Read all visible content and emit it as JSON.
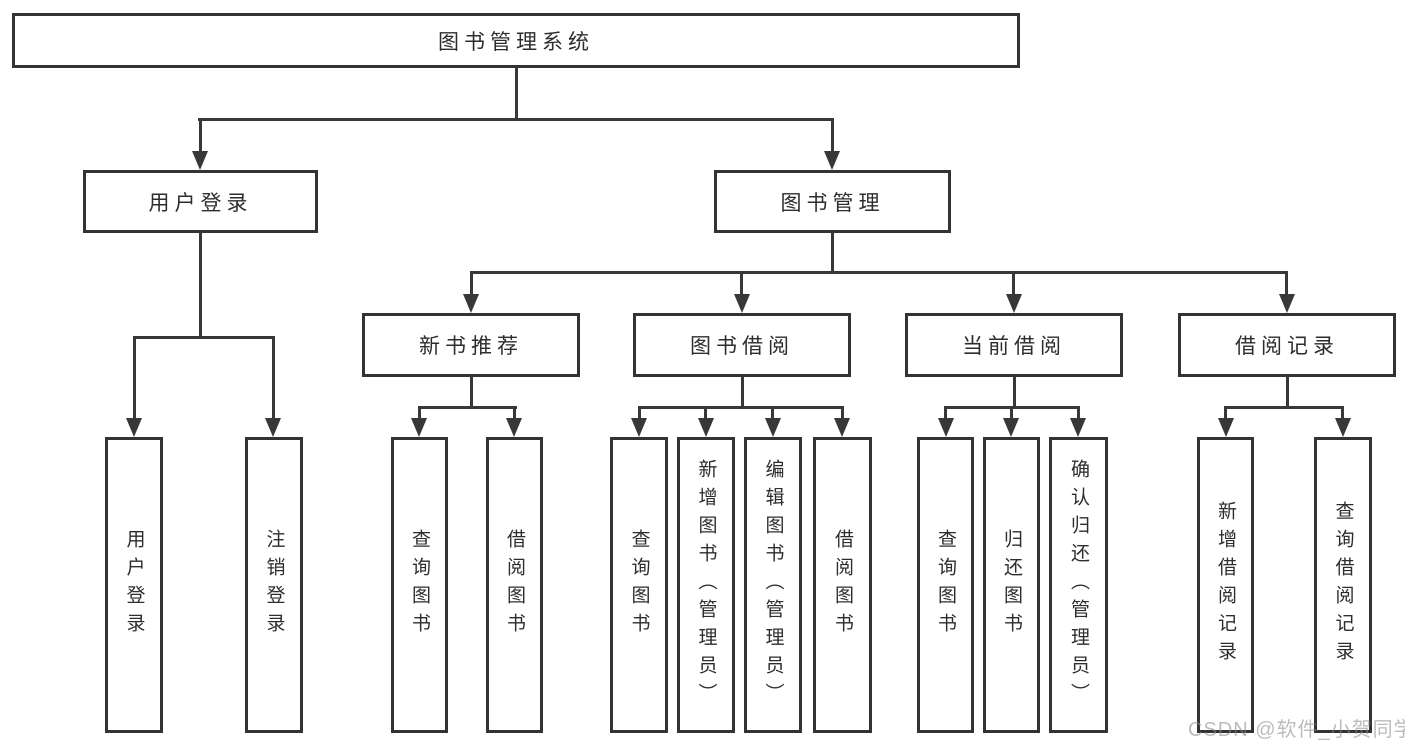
{
  "colors": {
    "line": "#383838",
    "border": "#333333",
    "text": "#2d2d2d",
    "background": "#ffffff",
    "watermark": "rgba(140,140,140,0.58)"
  },
  "watermark": {
    "text": "CSDN @软件_小贺同学"
  },
  "diagram": {
    "type": "tree",
    "root": {
      "label": "图书管理系统",
      "children": [
        {
          "label": "用户登录",
          "children": [
            {
              "label": "用户登录"
            },
            {
              "label": "注销登录"
            }
          ]
        },
        {
          "label": "图书管理",
          "children": [
            {
              "label": "新书推荐",
              "children": [
                {
                  "label": "查询图书"
                },
                {
                  "label": "借阅图书"
                }
              ]
            },
            {
              "label": "图书借阅",
              "children": [
                {
                  "label": "查询图书"
                },
                {
                  "label": "新增图书（管理员）"
                },
                {
                  "label": "编辑图书（管理员）"
                },
                {
                  "label": "借阅图书"
                }
              ]
            },
            {
              "label": "当前借阅",
              "children": [
                {
                  "label": "查询图书"
                },
                {
                  "label": "归还图书"
                },
                {
                  "label": "确认归还（管理员）"
                }
              ]
            },
            {
              "label": "借阅记录",
              "children": [
                {
                  "label": "新增借阅记录"
                },
                {
                  "label": "查询借阅记录"
                }
              ]
            }
          ]
        }
      ]
    }
  }
}
